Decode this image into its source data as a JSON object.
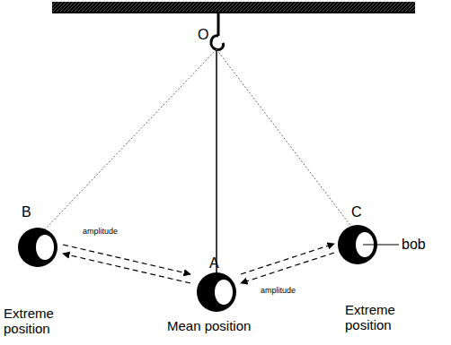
{
  "diagram": {
    "labels": [
      "O",
      "B",
      "amplitude",
      "A",
      "C",
      "amplitude",
      "bob",
      "Extreme position",
      "Mean position",
      "Extreme position"
    ]
  }
}
